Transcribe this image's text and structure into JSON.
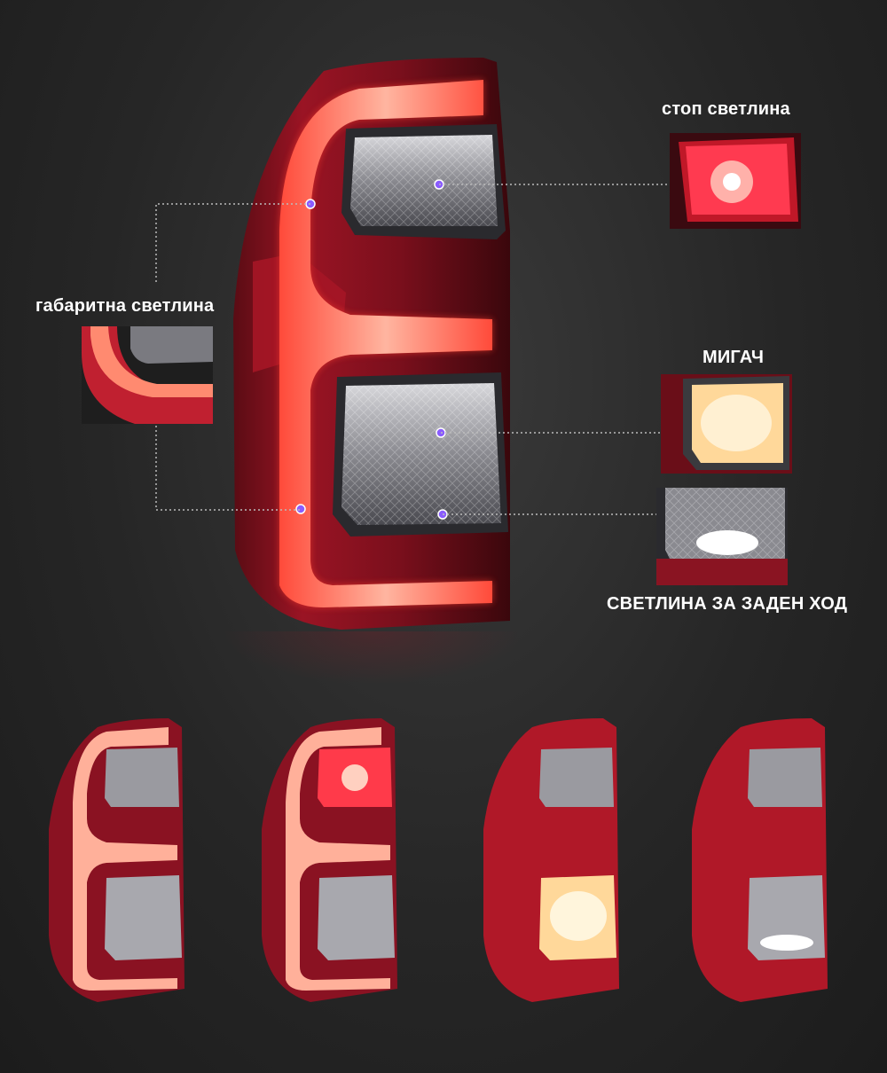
{
  "labels": {
    "brake": "стоп светлина",
    "position": "габаритна светлина",
    "turn": "МИГАЧ",
    "reverse": "СВЕТЛИНА ЗА ЗАДЕН ХОД"
  },
  "colors": {
    "background": "#262626",
    "led_glow": "#ff6a5a",
    "housing_red": "#b01828",
    "marker_dot": "#8a5cff",
    "leader_line": "#bbbbbb",
    "turn_amber": "#ffc060",
    "reverse_white": "#ffffff"
  },
  "variants": [
    {
      "state": "position",
      "glow": true,
      "brake_on": false,
      "turn_on": false,
      "reverse_on": false
    },
    {
      "state": "brake",
      "glow": true,
      "brake_on": true,
      "turn_on": false,
      "reverse_on": false
    },
    {
      "state": "turn",
      "glow": false,
      "brake_on": false,
      "turn_on": true,
      "reverse_on": false
    },
    {
      "state": "reverse",
      "glow": false,
      "brake_on": false,
      "turn_on": false,
      "reverse_on": true
    }
  ]
}
